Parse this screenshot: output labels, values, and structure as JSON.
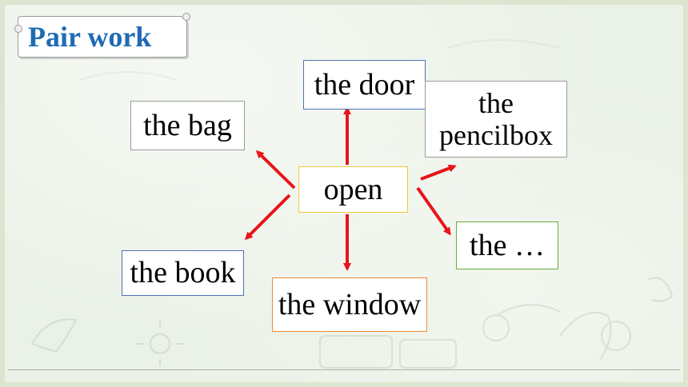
{
  "title": "Pair work",
  "center": "open",
  "options": {
    "door": "the door",
    "pencilbox_line1": "the",
    "pencilbox_line2": "pencilbox",
    "bag": "the bag",
    "etc": "the …",
    "book": "the book",
    "window": "the window"
  },
  "colors": {
    "title": "#1f6bb5",
    "arrow": "#e8141a",
    "center_border": "#f2c83a",
    "blue_border": "#4f70b3",
    "gray_border": "#9a9a9a",
    "green_border": "#6aaa3f",
    "orange_border": "#ee8a38"
  }
}
